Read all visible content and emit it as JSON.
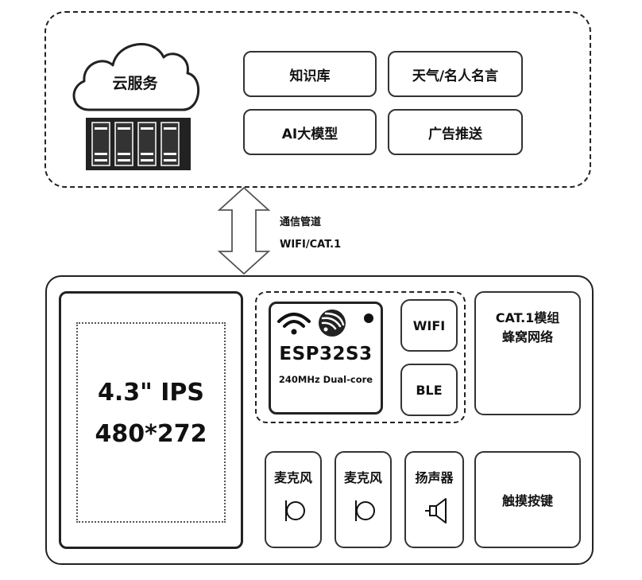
{
  "cloud": {
    "label": "云服务",
    "services": [
      "知识库",
      "天气/名人名言",
      "AI大模型",
      "广告推送"
    ]
  },
  "pipe": {
    "line1": "通信管道",
    "line2": "WIFI/CAT.1"
  },
  "device": {
    "screen": {
      "line1": "4.3\" IPS",
      "line2": "480*272"
    },
    "chip": {
      "title": "ESP32S3",
      "subtitle": "240MHz Dual-core"
    },
    "wifi": "WIFI",
    "ble": "BLE",
    "cat1": {
      "line1": "CAT.1模组",
      "line2": "蜂窝网络"
    },
    "mic1": "麦克风",
    "mic2": "麦克风",
    "speaker": "扬声器",
    "touch": "触摸按键"
  }
}
